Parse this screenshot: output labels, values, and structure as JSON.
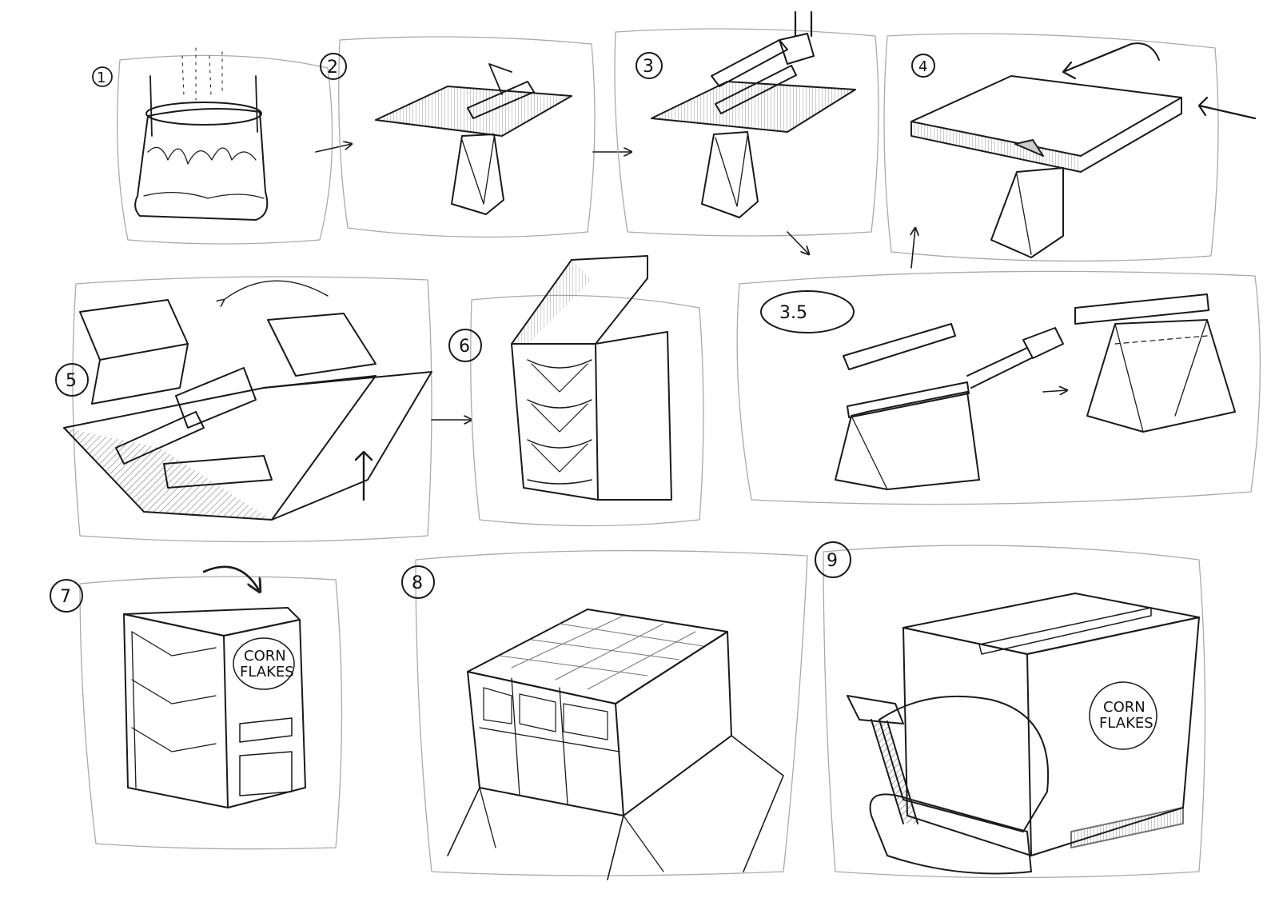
{
  "steps": [
    {
      "label": "1"
    },
    {
      "label": "2"
    },
    {
      "label": "3"
    },
    {
      "label": "4"
    },
    {
      "label": "3.5"
    },
    {
      "label": "5"
    },
    {
      "label": "6"
    },
    {
      "label": "7"
    },
    {
      "label": "8"
    },
    {
      "label": "9"
    }
  ],
  "box_text": {
    "step7_logo_line1": "CORN",
    "step7_logo_line2": "FLAKES",
    "step9_logo_line1": "CORN",
    "step9_logo_line2": "FLAKES"
  },
  "colors": {
    "ink": "#1a1a1a",
    "paper": "#ffffff",
    "frame": "#9a9a9a"
  }
}
